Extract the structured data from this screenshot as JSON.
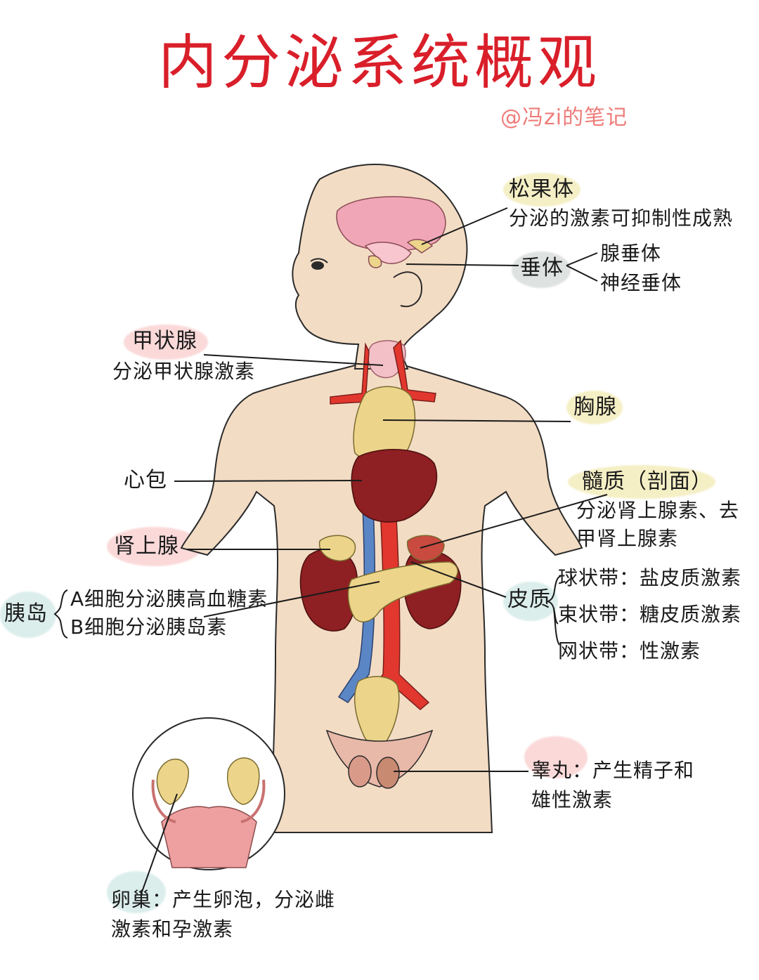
{
  "title": "内分泌系统概观",
  "credit": "@冯zi的笔记",
  "labels": {
    "pineal": {
      "name": "松果体",
      "desc": "分泌的激素可抑制性成熟"
    },
    "pituitary": {
      "name": "垂体",
      "parts": [
        "腺垂体",
        "神经垂体"
      ]
    },
    "thyroid": {
      "name": "甲状腺",
      "desc": "分泌甲状腺激素"
    },
    "thymus": {
      "name": "胸腺"
    },
    "pericardium": {
      "name": "心包"
    },
    "medulla": {
      "name": "髓质（剖面）",
      "desc_line1": "分泌肾上腺素、去",
      "desc_line2": "甲肾上腺素"
    },
    "adrenal": {
      "name": "肾上腺"
    },
    "islet": {
      "name": "胰岛",
      "a_cell": "A细胞分泌胰高血糖素",
      "b_cell": "B细胞分泌胰岛素"
    },
    "cortex": {
      "name": "皮质",
      "zones": [
        "球状带：盐皮质激素",
        "束状带：糖皮质激素",
        "网状带：性激素"
      ]
    },
    "testis": {
      "line1": "睾丸：产生精子和",
      "line2": "雄性激素"
    },
    "ovary": {
      "line1": "卵巢：产生卵泡，分泌雌",
      "line2": "激素和孕激素"
    }
  },
  "colors": {
    "title": "#d91f2a",
    "credit": "#ee7c79",
    "skin": "#f3dcc4",
    "artery": "#e2372e",
    "vein": "#5b86c6",
    "organ_dark": "#8e1f22",
    "gland_yellow": "#ecd58a",
    "brain_pink": "#f0a6b6"
  }
}
